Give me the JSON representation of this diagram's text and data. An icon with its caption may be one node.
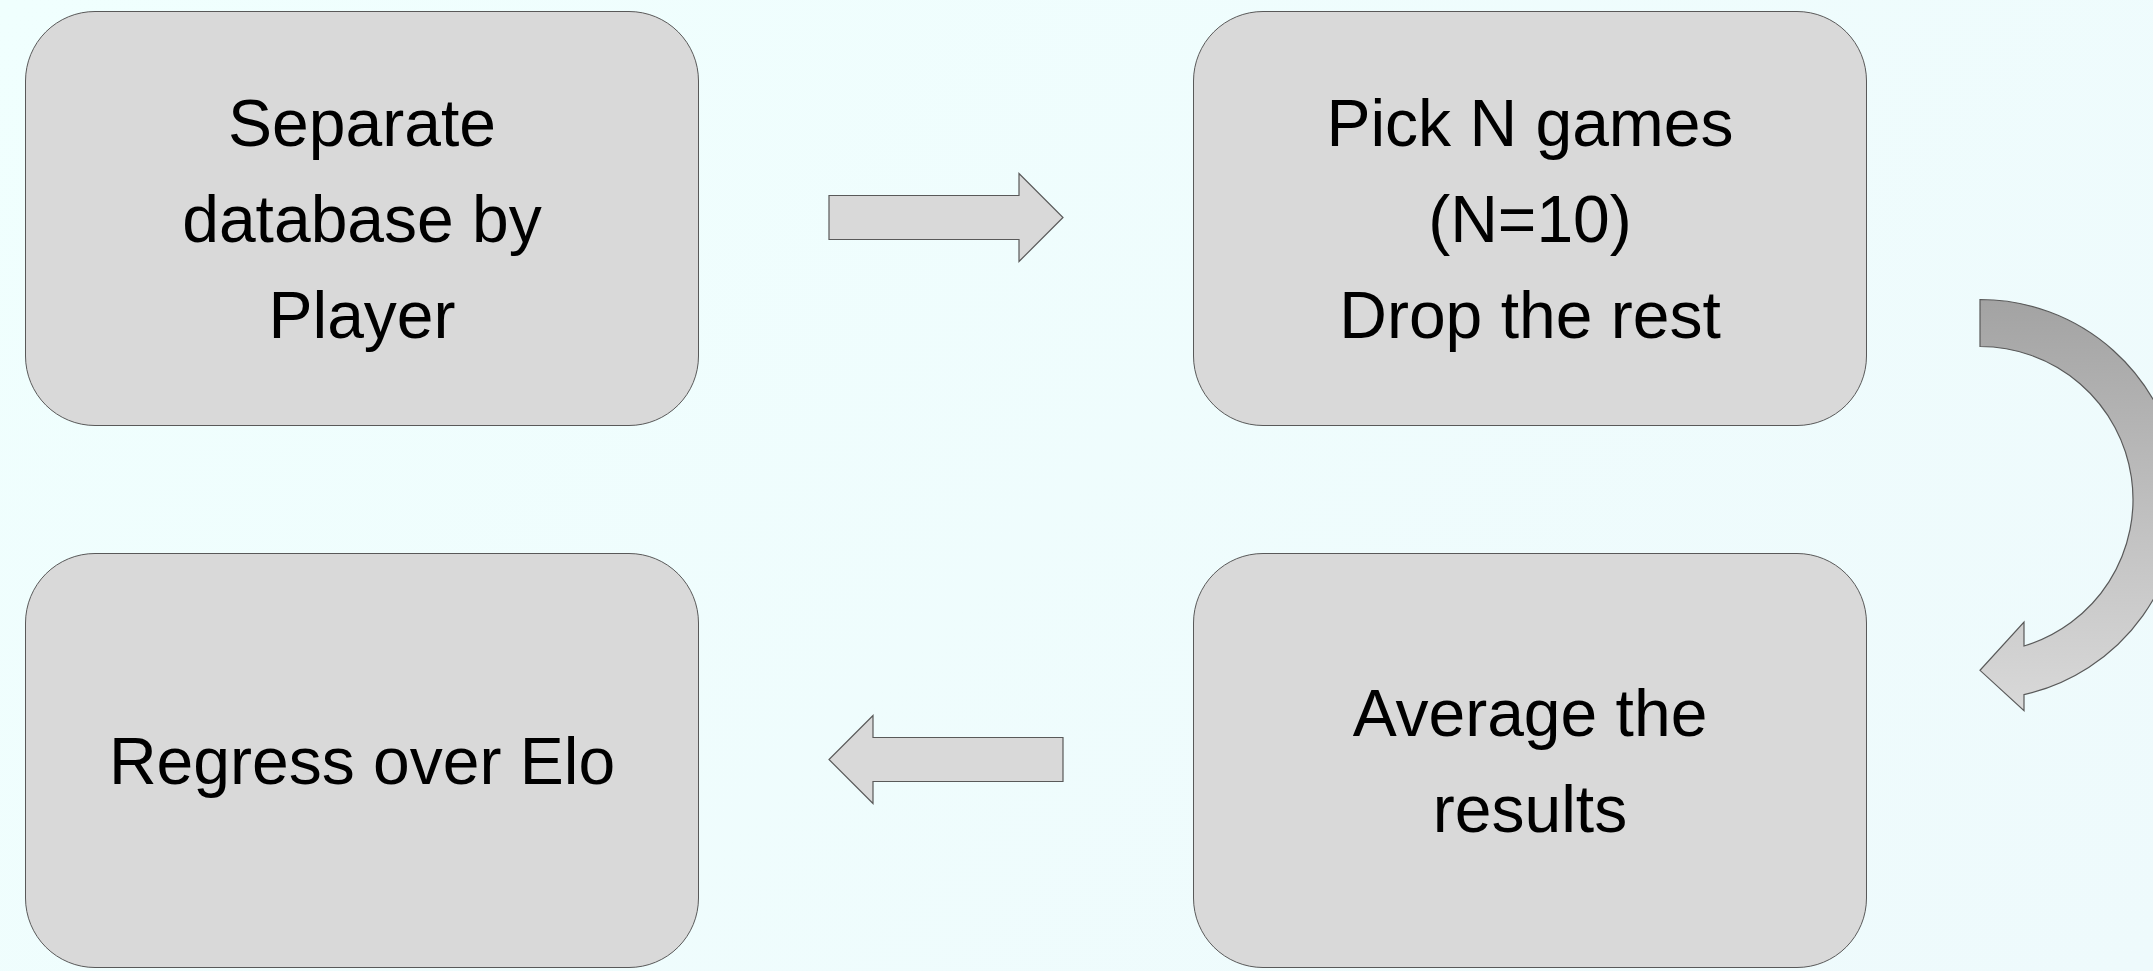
{
  "diagram": {
    "nodes": [
      {
        "text": [
          "Separate database by Player"
        ]
      },
      {
        "text": [
          "Pick N games (N=10)",
          "Drop the rest"
        ]
      },
      {
        "text": [
          "Regress over Elo"
        ]
      },
      {
        "text": [
          "Average the results"
        ]
      }
    ],
    "edges": [
      {
        "from": 0,
        "to": 1,
        "arrow": "to"
      },
      {
        "from": 1,
        "to": 3,
        "arrow": "to"
      },
      {
        "from": 3,
        "to": 2,
        "arrow": "to"
      }
    ]
  }
}
